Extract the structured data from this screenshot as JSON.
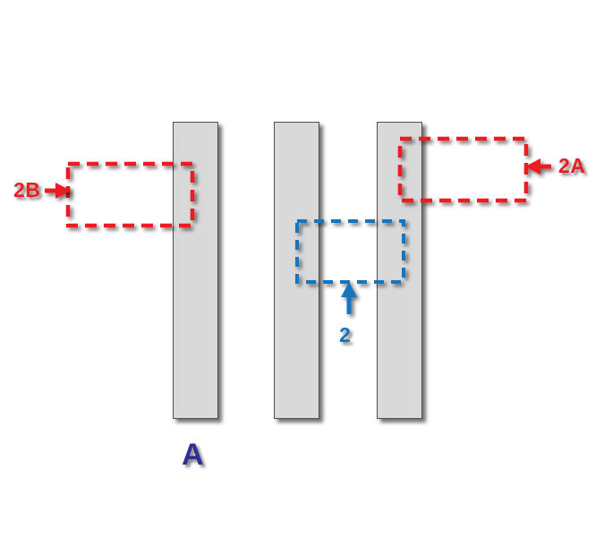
{
  "figure": {
    "description": "Three vertical gray plates with dashed Gaussian-surface boxes",
    "plates": {
      "count": 3,
      "fill": "#d9d9d9",
      "border": "#4f4f4f",
      "label": "A"
    },
    "boxes": {
      "left_red": {
        "label": "2B",
        "pointer": "arrow-right-icon",
        "color": "#ee1c23"
      },
      "right_red": {
        "label": "2A",
        "pointer": "arrow-left-icon",
        "color": "#ee1c23"
      },
      "middle_blue": {
        "label": "2",
        "pointer": "arrow-up-icon",
        "color": "#1274bc"
      }
    }
  },
  "labels": {
    "box_left": "2B",
    "box_right": "2A",
    "box_middle": "2",
    "plate": "A"
  },
  "colors": {
    "red": "#ee1c23",
    "blue": "#1274bc",
    "navy": "#2e3192",
    "plate_fill": "#d9d9d9",
    "background": "#ffffff",
    "shadow": "rgba(0,0,0,0.5)"
  }
}
